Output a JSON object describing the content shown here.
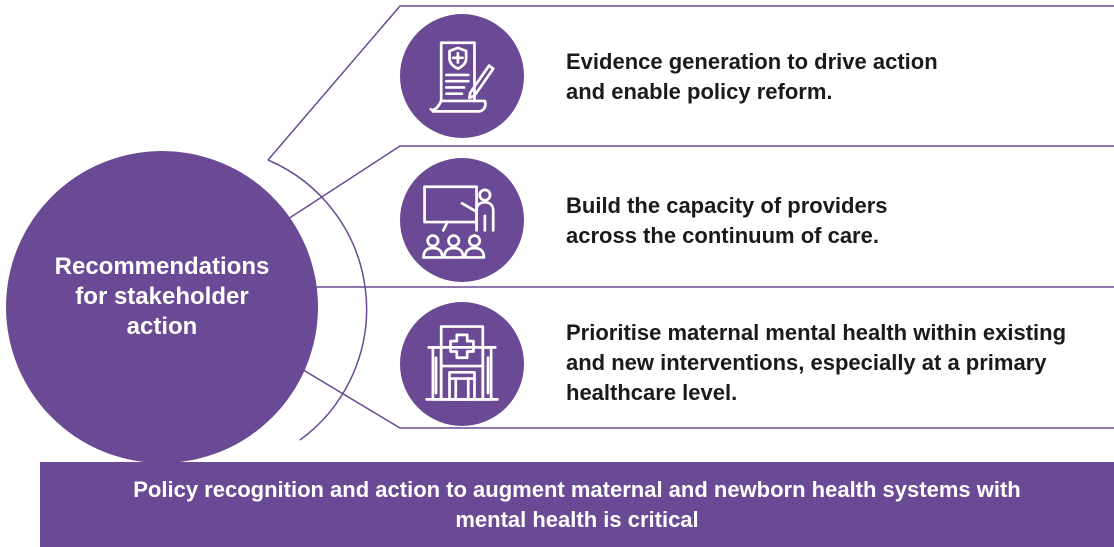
{
  "hub": {
    "label": "Recommendations\nfor stakeholder\naction"
  },
  "recommendations": [
    {
      "icon": "policy-document-icon",
      "text": "Evidence generation to drive action and enable policy reform."
    },
    {
      "icon": "training-presentation-icon",
      "text": "Build the capacity of providers across the continuum of care."
    },
    {
      "icon": "hospital-building-icon",
      "text": "Prioritise maternal mental health within existing and new interventions, especially at a primary healthcare level."
    }
  ],
  "banner": {
    "text": "Policy recognition and action to augment maternal and newborn health systems with mental health is critical"
  },
  "colors": {
    "accent": "#6a4a94",
    "text": "#1a1a1a",
    "inverse_text": "#ffffff"
  }
}
